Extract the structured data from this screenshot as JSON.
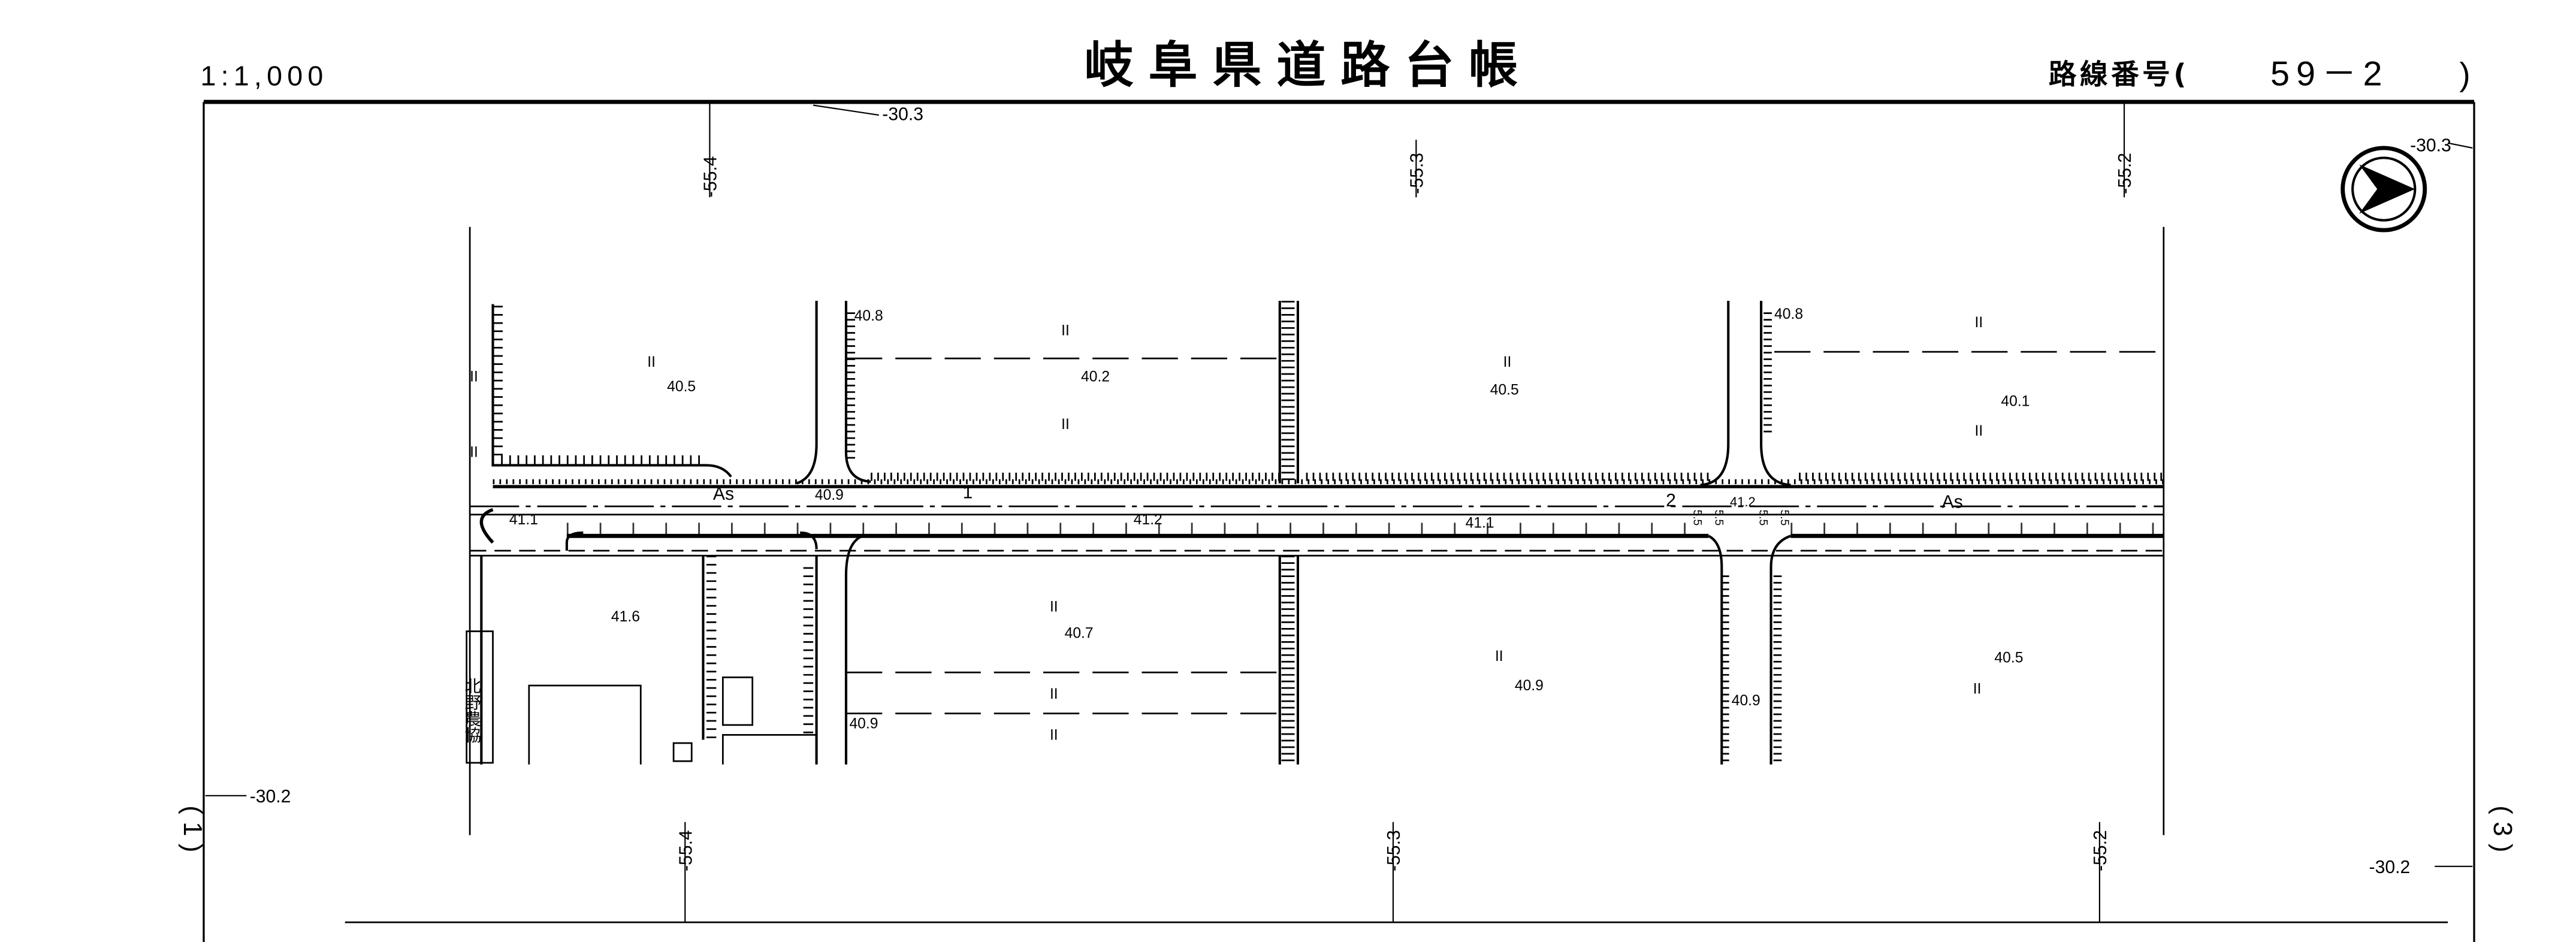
{
  "header": {
    "scale": "1:1,000",
    "title": "岐阜県道路台帳",
    "route_label": "路線番号(",
    "route_number": "59－2",
    "route_close": ")"
  },
  "grid": {
    "top_y": "-30.3",
    "right_top_y": "-30.3",
    "left_y": "-30.2",
    "right_bottom_y": "-30.2",
    "x_top": [
      "-55.4",
      "-55.3",
      "-55.2"
    ],
    "x_bottom": [
      "-55.4",
      "-55.3",
      "-55.2"
    ]
  },
  "side_labels": {
    "left": "( 1 )",
    "right": "( 3 )"
  },
  "road": {
    "surface_left": "As",
    "surface_right": "As",
    "lane_1": "1",
    "lane_2": "2",
    "widths": [
      "5.5",
      "5.5",
      "5.5",
      "5.5"
    ]
  },
  "facility": "北野農協",
  "land_use_symbol": "II",
  "elevations": {
    "n1": "40.5",
    "n2": "40.8",
    "n3": "40.2",
    "n4": "40.5",
    "n5": "40.8",
    "n6": "40.1",
    "r1": "41.1",
    "r2": "40.9",
    "r3": "41.2",
    "r4": "41.1",
    "r5": "41.2",
    "s1": "41.6",
    "s2": "40.7",
    "s3": "40.9",
    "s4": "40.9",
    "s5": "40.9",
    "s6": "40.5"
  }
}
